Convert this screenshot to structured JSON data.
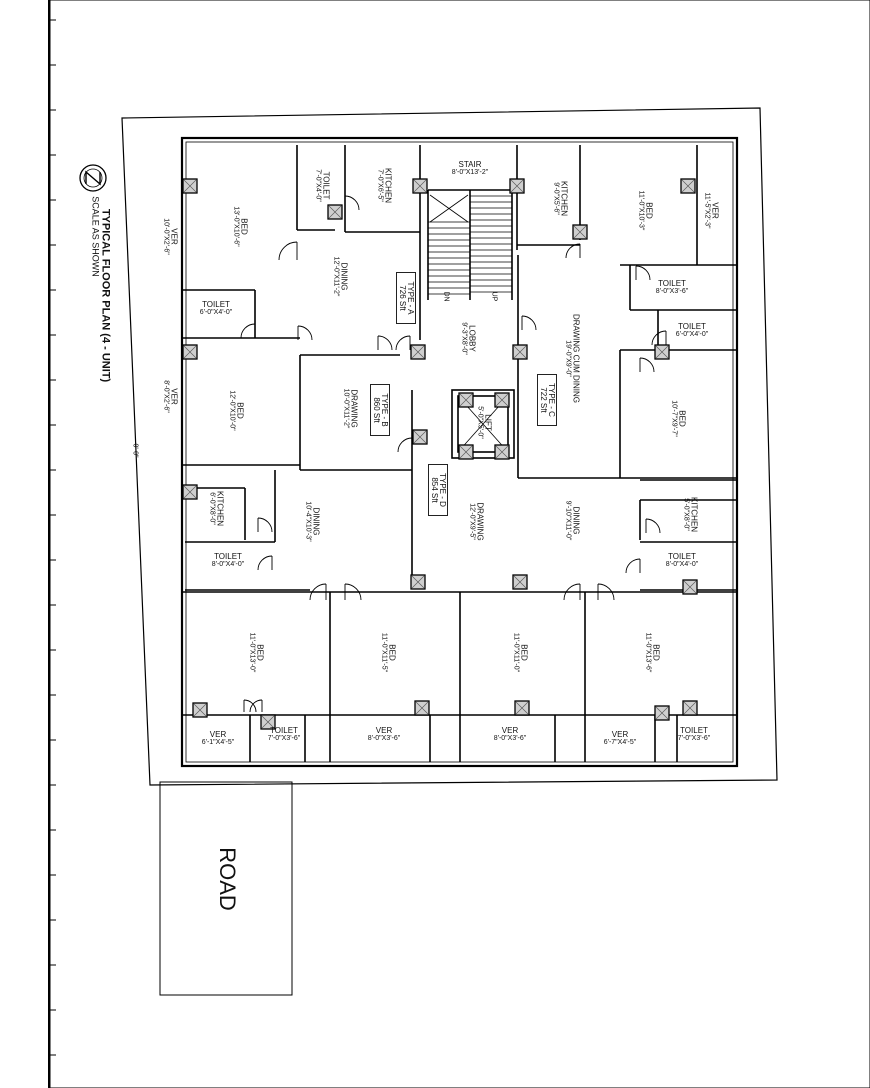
{
  "title": {
    "heading": "TYPICAL FLOOR PLAN (4 - UNIT)",
    "scale": "SCALE AS SHOWN",
    "north_icon": "north-arrow-icon"
  },
  "road": {
    "label": "ROAD"
  },
  "rooms": [
    {
      "id": "verA",
      "name": "VER",
      "dim": "10'-0\"X2'-6\""
    },
    {
      "id": "bedA",
      "name": "BED",
      "dim": "13'-0\"X10'-6\""
    },
    {
      "id": "toiletA1",
      "name": "TOILET",
      "dim": "7'-0\"X4'-0\""
    },
    {
      "id": "kitchenA",
      "name": "KITCHEN",
      "dim": "7'-0\"X6'-5\""
    },
    {
      "id": "stair",
      "name": "STAIR",
      "dim": "8'-0\"X13'-2\""
    },
    {
      "id": "kitchenC",
      "name": "KITCHEN",
      "dim": "9'-0\"X5'-6\""
    },
    {
      "id": "bedC1",
      "name": "BED",
      "dim": "11'-0\"X10'-3\""
    },
    {
      "id": "verC",
      "name": "VER",
      "dim": "11'-5\"X2'-3\""
    },
    {
      "id": "diningA",
      "name": "DINING",
      "dim": "12'-0\"X11'-2\""
    },
    {
      "id": "toiletA2",
      "name": "TOILET",
      "dim": "6'-0\"X4'-0\""
    },
    {
      "id": "toiletC1",
      "name": "TOILET",
      "dim": "8'-0\"X3'-6\""
    },
    {
      "id": "toiletC2",
      "name": "TOILET",
      "dim": "6'-0\"X4'-0\""
    },
    {
      "id": "lobby",
      "name": "LOBBY",
      "dim": "9'-3\"X8'-0\""
    },
    {
      "id": "drawdineC",
      "name": "DRAWING CUM DINING",
      "dim": "19'-0\"X9'-0\""
    },
    {
      "id": "verB",
      "name": "VER",
      "dim": "8'-0\"X2'-6\""
    },
    {
      "id": "bedB1",
      "name": "BED",
      "dim": "12'-0\"X10'-0\""
    },
    {
      "id": "drawingB",
      "name": "DRAWING",
      "dim": "10'-0\"X11'-2\""
    },
    {
      "id": "lift",
      "name": "LIFT",
      "dim": "5'-0\"X5'-0\""
    },
    {
      "id": "bedC2",
      "name": "BED",
      "dim": "10'-7\"X9'-7\""
    },
    {
      "id": "kitchenB",
      "name": "KITCHEN",
      "dim": "6'-0\"X8'-0\""
    },
    {
      "id": "diningB",
      "name": "DINING",
      "dim": "10'-4\"X10'-3\""
    },
    {
      "id": "drawingD",
      "name": "DRAWING",
      "dim": "12'-0\"X9'-5\""
    },
    {
      "id": "diningD",
      "name": "DINING",
      "dim": "9'-10\"X11'-0\""
    },
    {
      "id": "kitchenD",
      "name": "KITCHEN",
      "dim": "5'-0\"X8'-0\""
    },
    {
      "id": "toiletB1",
      "name": "TOILET",
      "dim": "8'-0\"X4'-0\""
    },
    {
      "id": "toiletD1",
      "name": "TOILET",
      "dim": "8'-0\"X4'-0\""
    },
    {
      "id": "bedB2",
      "name": "BED",
      "dim": "11'-0\"X13'-0\""
    },
    {
      "id": "bedB3",
      "name": "BED",
      "dim": "11'-0\"X11'-5\""
    },
    {
      "id": "bedD2",
      "name": "BED",
      "dim": "11'-0\"X11'-0\""
    },
    {
      "id": "bedD3",
      "name": "BED",
      "dim": "11'-0\"X13'-6\""
    },
    {
      "id": "verB2",
      "name": "VER",
      "dim": "6'-1\"X4'-5\""
    },
    {
      "id": "toiletB2",
      "name": "TOILET",
      "dim": "7'-0\"X3'-6\""
    },
    {
      "id": "verB3",
      "name": "VER",
      "dim": "8'-0\"X3'-6\""
    },
    {
      "id": "verD2",
      "name": "VER",
      "dim": "8'-0\"X3'-6\""
    },
    {
      "id": "verD3",
      "name": "VER",
      "dim": "6'-7\"X4'-5\""
    },
    {
      "id": "toiletD2",
      "name": "TOILET",
      "dim": "7'-0\"X3'-6\""
    }
  ],
  "unit_tags": [
    {
      "id": "typeA",
      "type": "TYPE - A",
      "area": "726 Sft"
    },
    {
      "id": "typeB",
      "type": "TYPE - B",
      "area": "860 Sft"
    },
    {
      "id": "typeC",
      "type": "TYPE - C",
      "area": "722 Sft"
    },
    {
      "id": "typeD",
      "type": "TYPE - D",
      "area": "854 Sft"
    }
  ],
  "stair_marks": {
    "up": "UP",
    "down": "DN"
  },
  "side_mark": "0'-0\""
}
